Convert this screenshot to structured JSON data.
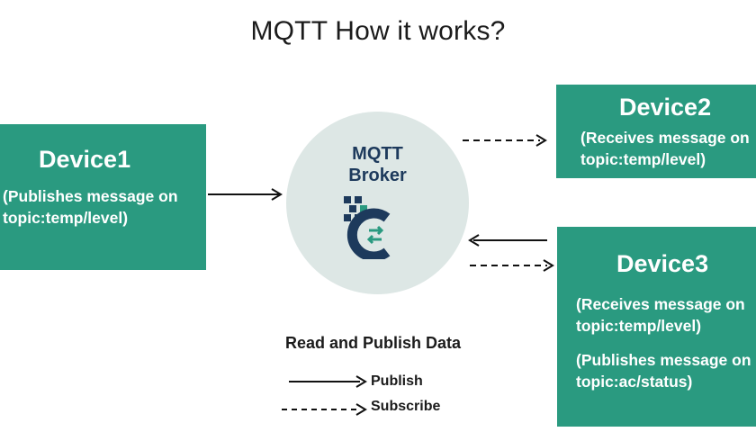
{
  "title": "MQTT How it works?",
  "devices": {
    "device1": {
      "name": "Device1",
      "desc": "(Publishes message on\ntopic:temp/level)"
    },
    "device2": {
      "name": "Device2",
      "desc": "(Receives message on\ntopic:temp/level)"
    },
    "device3": {
      "name": "Device3",
      "desc1": "(Receives message on\ntopic:temp/level)",
      "desc2": "(Publishes message on\ntopic:ac/status)"
    }
  },
  "broker": {
    "line1": "MQTT",
    "line2": "Broker",
    "logo_icon": "broker-logo-icon"
  },
  "legend": {
    "title": "Read and Publish Data",
    "publish_label": "Publish",
    "subscribe_label": "Subscribe"
  },
  "colors": {
    "device_fill": "#2a9a80",
    "broker_fill": "#dde7e5",
    "broker_text": "#1d3a5c",
    "arrow": "#111111"
  }
}
